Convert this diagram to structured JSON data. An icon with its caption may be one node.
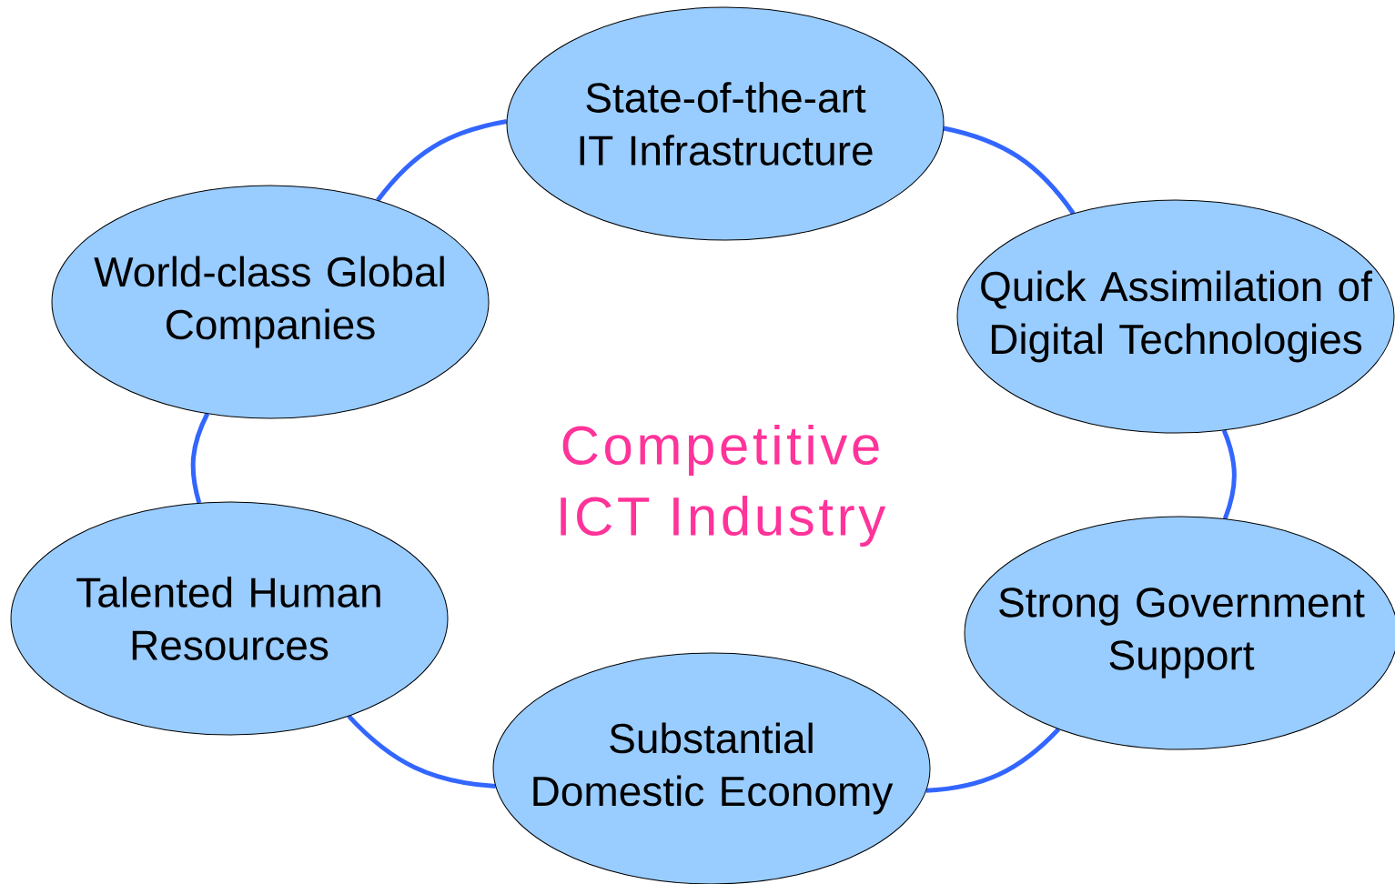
{
  "diagram": {
    "nodes": [
      {
        "text": [
          "State-of-the-art IT Infrastructure"
        ]
      },
      {
        "text": [
          "World-class Global Companies"
        ]
      },
      {
        "text": [
          "Quick Assimilation of Digital Technologies"
        ]
      },
      {
        "text": [
          "Talented Human Resources"
        ]
      },
      {
        "text": [
          "Strong Government Support"
        ]
      },
      {
        "text": [
          "Substantial Domestic Economy"
        ]
      }
    ],
    "edges": [
      {
        "from": 1,
        "to": 0,
        "arrow": "none"
      },
      {
        "from": 0,
        "to": 2,
        "arrow": "none"
      },
      {
        "from": 2,
        "to": 4,
        "arrow": "none"
      },
      {
        "from": 4,
        "to": 5,
        "arrow": "none"
      },
      {
        "from": 5,
        "to": 3,
        "arrow": "none"
      },
      {
        "from": 3,
        "to": 1,
        "arrow": "none"
      }
    ],
    "labels": [
      "Competitive ICT Industry"
    ]
  }
}
